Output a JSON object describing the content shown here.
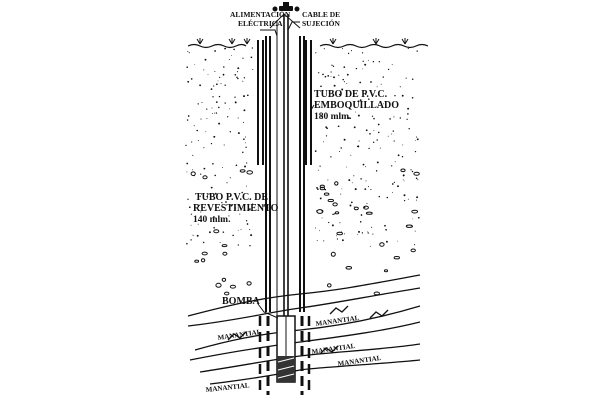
{
  "labels": {
    "power_line1": "ALIMENTACIÓN",
    "power_line2": "ELÉCTRICA",
    "cable_line1": "CABLE DE",
    "cable_line2": "SUJECIÓN",
    "casing_outer_line1": "TUBO DE P.V.C.",
    "casing_outer_line2": "EMBOQUILLADO",
    "casing_outer_line3": "180 mlm.",
    "casing_inner_line1": "TUBO P.V.C. DE",
    "casing_inner_line2": "REVESTIMIENTO",
    "casing_inner_line3": "140 mlm.",
    "pump": "BOMBA",
    "spring": "MANANTIAL"
  },
  "colors": {
    "ink": "#111111",
    "background": "#ffffff"
  }
}
